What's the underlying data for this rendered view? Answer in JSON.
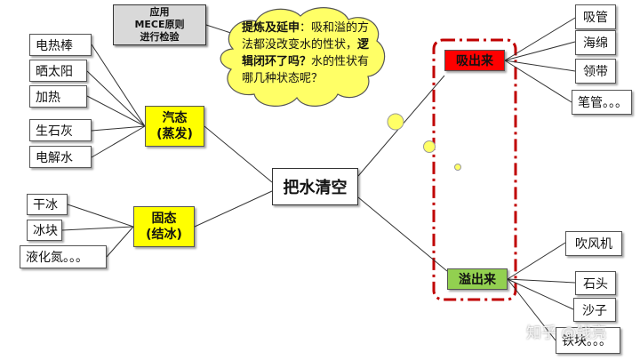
{
  "center": "把水清空",
  "states": {
    "vapor": [
      "汽态",
      "(蒸发)"
    ],
    "solid": [
      "固态",
      "(结冰)"
    ]
  },
  "vapor_items": [
    "电热棒",
    "晒太阳",
    "加热",
    "生石灰",
    "电解水"
  ],
  "solid_items": [
    "干冰",
    "冰块",
    "液化氮。。。"
  ],
  "suck_out": {
    "label": "吸出来",
    "items": [
      "吸管",
      "海绵",
      "领带",
      "笔管。。。"
    ]
  },
  "overflow": {
    "label": "溢出来",
    "items": [
      "吹风机",
      "石头",
      "沙子",
      "铁块。。。"
    ]
  },
  "mece_note": [
    "应用",
    "MECE原则",
    "进行检验"
  ],
  "thought": {
    "part1_bold": "提炼及延申",
    "part1": "：吸和溢的方法都没改变水的性状，",
    "part2_bold": "逻辑闭环了吗？",
    "part2": "水的性状有哪几种状态呢？"
  },
  "watermark": "知乎 @钱亮",
  "colors": {
    "yellow": "#ffff00",
    "red": "#ff0000",
    "green": "#92d050",
    "dash": "#c00000"
  }
}
